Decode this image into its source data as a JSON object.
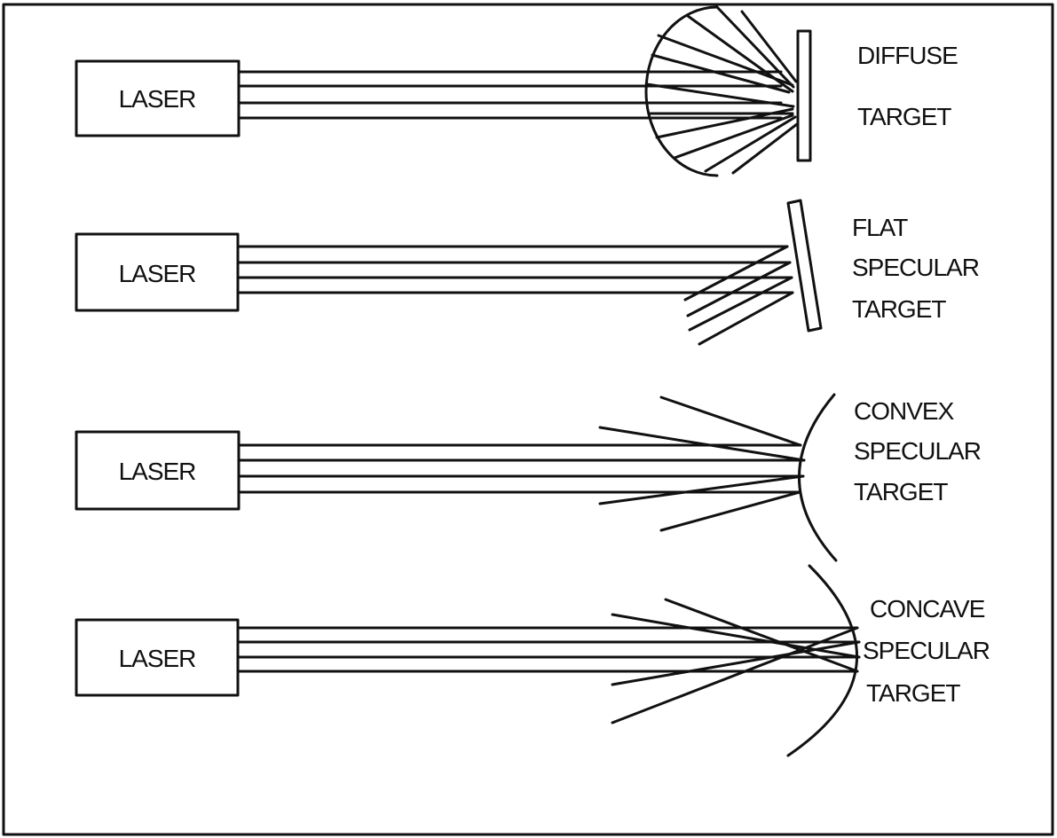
{
  "colors": {
    "ink": "#111111",
    "background": "#ffffff"
  },
  "panels": [
    {
      "source": "LASER",
      "target_lines": [
        "DIFFUSE",
        "TARGET"
      ],
      "target_type": "diffuse"
    },
    {
      "source": "LASER",
      "target_lines": [
        "FLAT",
        "SPECULAR",
        "TARGET"
      ],
      "target_type": "flat-specular"
    },
    {
      "source": "LASER",
      "target_lines": [
        "CONVEX",
        "SPECULAR",
        "TARGET"
      ],
      "target_type": "convex-specular"
    },
    {
      "source": "LASER",
      "target_lines": [
        "CONCAVE",
        "SPECULAR",
        "TARGET"
      ],
      "target_type": "concave-specular"
    }
  ]
}
